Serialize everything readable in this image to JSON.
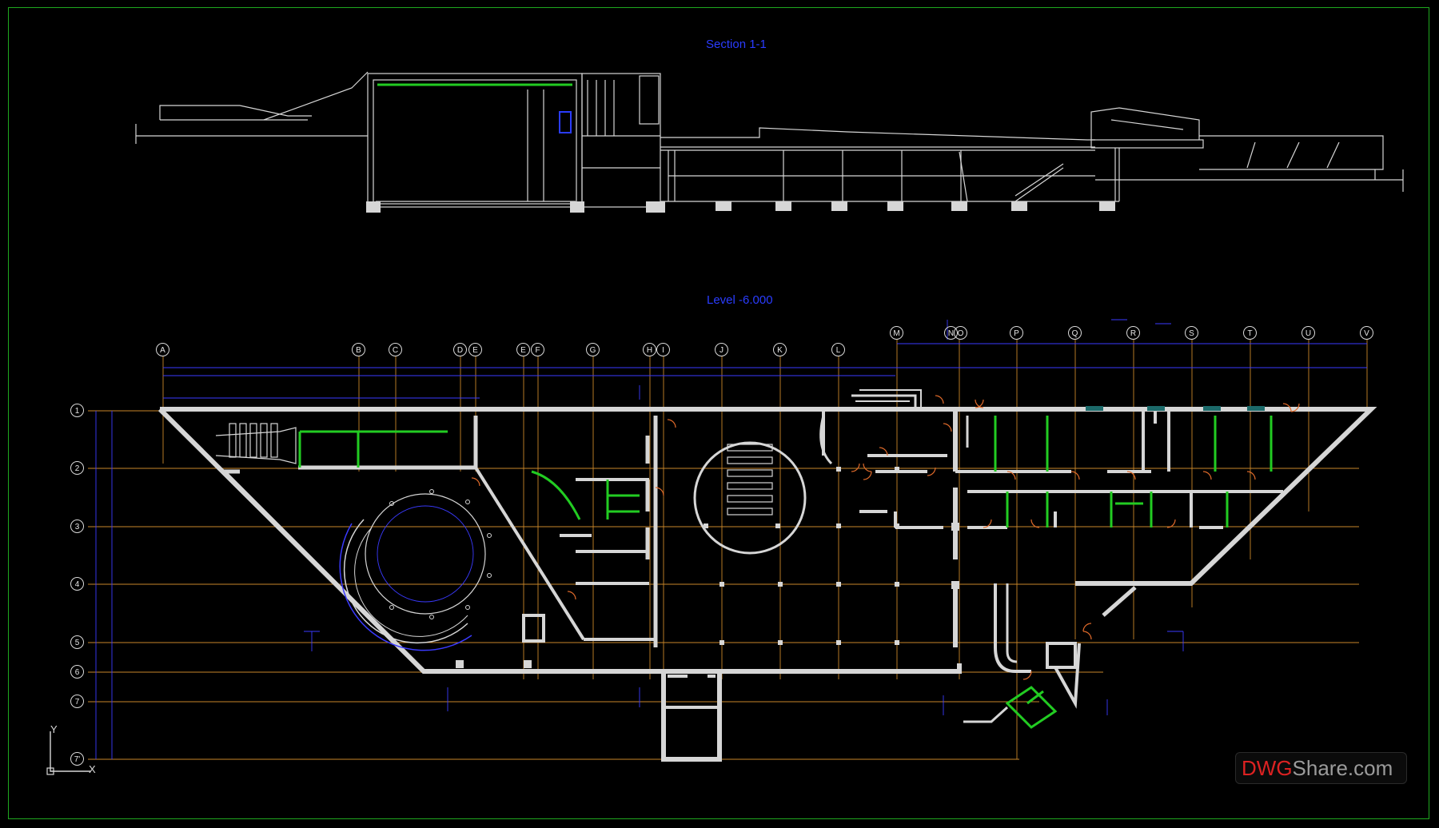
{
  "section_title": "Section 1-1",
  "plan_title": "Level -6.000",
  "watermark": {
    "part1": "DWG",
    "part2": "Share.com"
  },
  "ucs": {
    "x": "X",
    "y": "Y"
  },
  "grid_top": [
    "A",
    "B",
    "C",
    "D",
    "E",
    "E",
    "F",
    "G",
    "H",
    "I",
    "J",
    "K",
    "L"
  ],
  "grid_top_right": [
    "M",
    "N",
    "O",
    "P",
    "Q",
    "R",
    "S",
    "T",
    "U",
    "V"
  ],
  "grid_left": [
    "1",
    "2",
    "3",
    "4",
    "5",
    "6",
    "7",
    "7'"
  ],
  "colors": {
    "frame": "#1fa81f",
    "title": "#2a3cff",
    "wall": "#d6d6d6",
    "grid": "#c8862a",
    "green_line": "#22cc22",
    "dim": "#3a3aff",
    "door": "#e06a2a"
  },
  "icons": [
    "ucs-icon"
  ]
}
